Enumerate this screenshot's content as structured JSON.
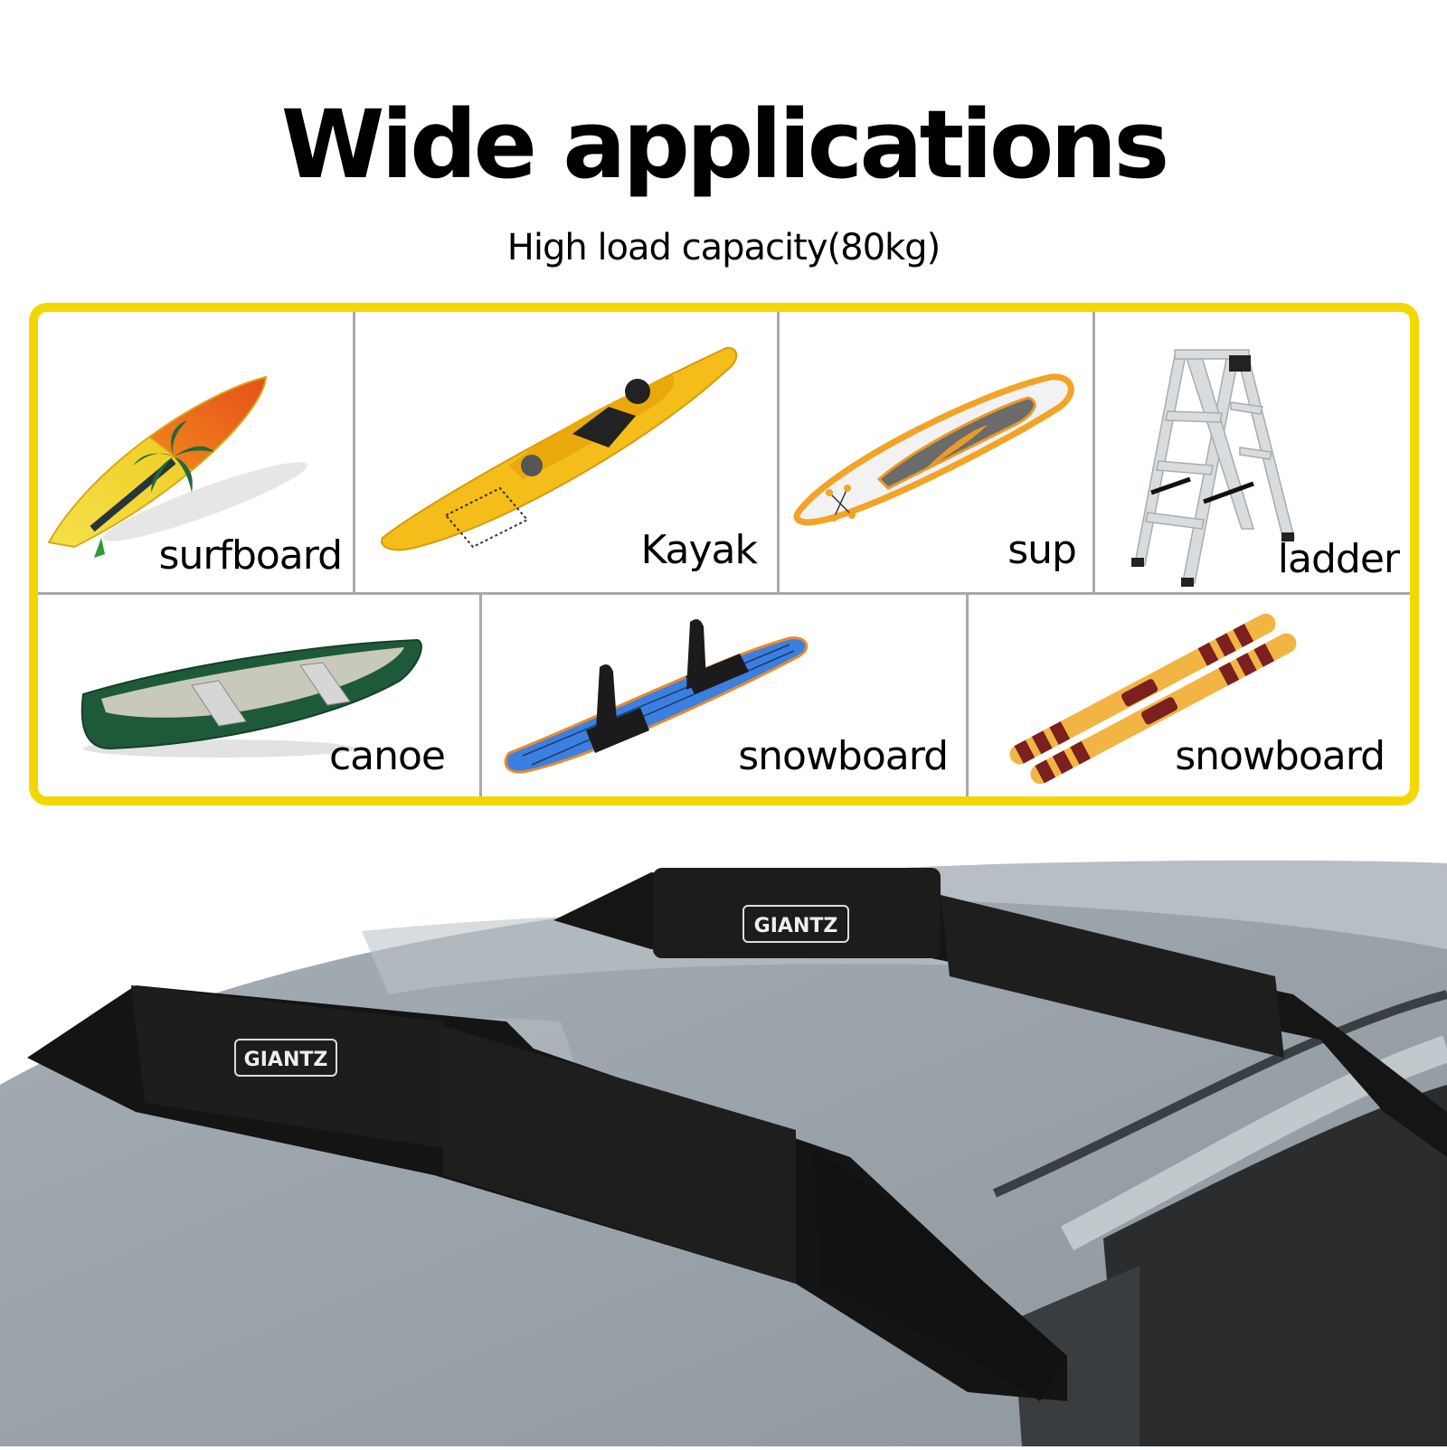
{
  "header": {
    "title": "Wide applications",
    "subtitle": "High load capacity(80kg)"
  },
  "grid": {
    "border_color": "#F2D800",
    "divider_color": "#A9A9A9",
    "top_row": [
      {
        "label": "surfboard",
        "icon": "surfboard-image"
      },
      {
        "label": "Kayak",
        "icon": "kayak-image"
      },
      {
        "label": "sup",
        "icon": "sup-board-image"
      },
      {
        "label": "ladder",
        "icon": "ladder-image"
      }
    ],
    "bottom_row": [
      {
        "label": "canoe",
        "icon": "canoe-image"
      },
      {
        "label": "snowboard",
        "icon": "snowboard-image"
      },
      {
        "label": "snowboard",
        "icon": "skis-image"
      }
    ]
  },
  "product": {
    "brand_logo_front": "GIANTZ",
    "brand_logo_rear": "GIANTZ",
    "car_color": "#9DA7AD",
    "pad_color": "#1a1a1a"
  }
}
